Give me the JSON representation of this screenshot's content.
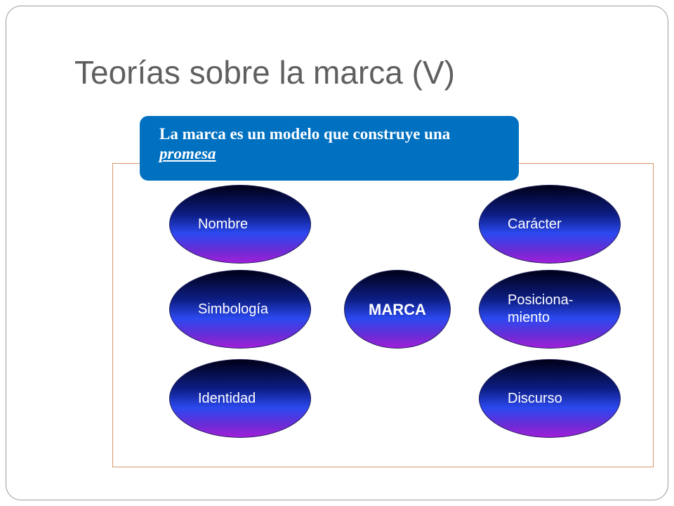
{
  "title": "Teorías sobre la marca (V)",
  "header": {
    "text_before": "La marca es un modelo que construye una ",
    "emphasis": "promesa"
  },
  "nodes": {
    "center": "MARCA",
    "left": [
      "Nombre",
      "Simbología",
      "Identidad"
    ],
    "right": [
      "Carácter",
      "Posiciona-\nmiento",
      "Discurso"
    ]
  },
  "colors": {
    "title": "#5f5f5f",
    "header_fill": "#0070c0",
    "frame_border": "#d8946a",
    "ellipse_top": "#000018",
    "ellipse_mid": "#2b49f0",
    "ellipse_bottom": "#a01fd8"
  }
}
